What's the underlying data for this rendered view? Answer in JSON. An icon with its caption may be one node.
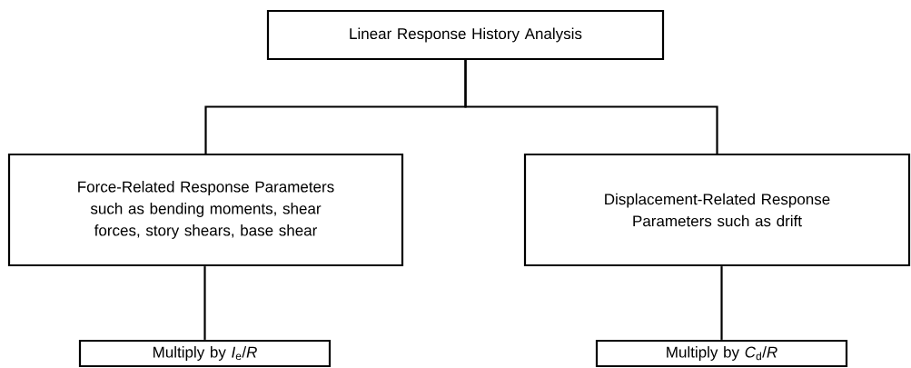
{
  "diagram": {
    "nodes": [
      {
        "text": [
          "Linear Response History Analysis"
        ]
      },
      {
        "text": [
          "Force-Related Response Parameters such as bending moments, shear forces, story shears, base shear"
        ]
      },
      {
        "text": [
          "Displacement-Related Response Parameters such as drift"
        ]
      },
      {
        "text": [
          "Multiply by *I*$_{e}$/*R*"
        ]
      },
      {
        "text": [
          "Multiply by *C*$_{d}$/*R*"
        ]
      }
    ],
    "edges": [
      {
        "from": 0,
        "to": 1,
        "arrow": "none"
      },
      {
        "from": 0,
        "to": 2,
        "arrow": "none"
      },
      {
        "from": 1,
        "to": 3,
        "arrow": "none"
      },
      {
        "from": 2,
        "to": 4,
        "arrow": "none"
      }
    ]
  }
}
